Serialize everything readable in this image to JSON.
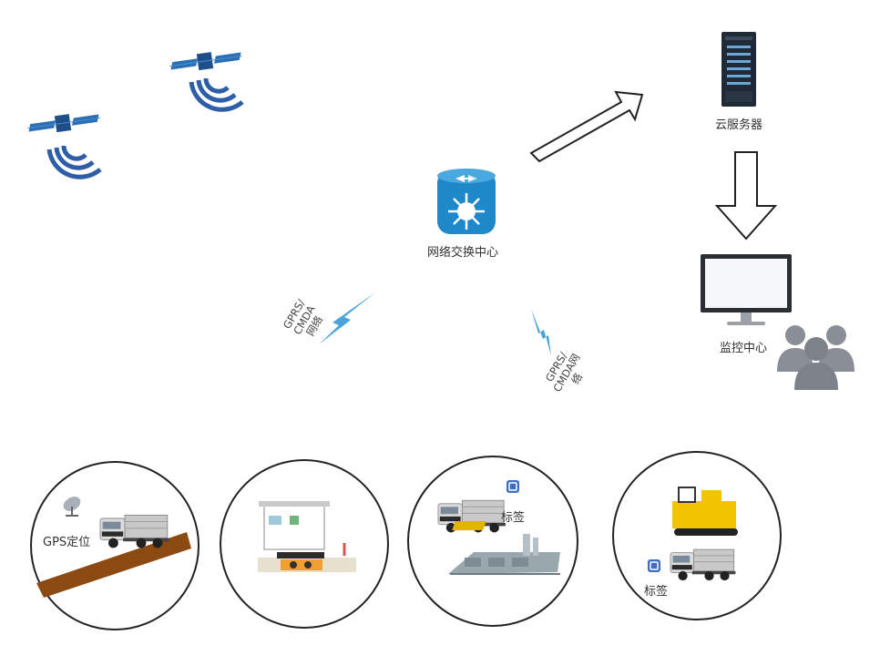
{
  "labels": {
    "cloud_server": "云服务器",
    "network_center": "网络交换中心",
    "monitor_center": "监控中心",
    "gprs_left": [
      "GPRS/",
      "CMDA",
      "网络"
    ],
    "gprs_right": [
      "GPRS/",
      "CMDA网",
      "络"
    ],
    "gps": "GPS定位",
    "tag_a": "标签",
    "tag_b": "标签"
  },
  "colors": {
    "satellite_blue": "#2f5ea8",
    "router_blue": "#1e88c9",
    "lightning_blue": "#4aa3d9",
    "server_dark": "#1f2a36",
    "people_gray": "#8a8f96",
    "road_brown": "#8b4a12",
    "paver_yellow": "#f2c300"
  },
  "icons": [
    "satellite-icon",
    "router-icon",
    "server-icon",
    "monitor-icon",
    "people-icon",
    "lightning-icon",
    "truck-icon",
    "tag-icon",
    "paver-icon",
    "weighbridge-icon",
    "mixing-plant-icon",
    "gps-dish-icon"
  ]
}
